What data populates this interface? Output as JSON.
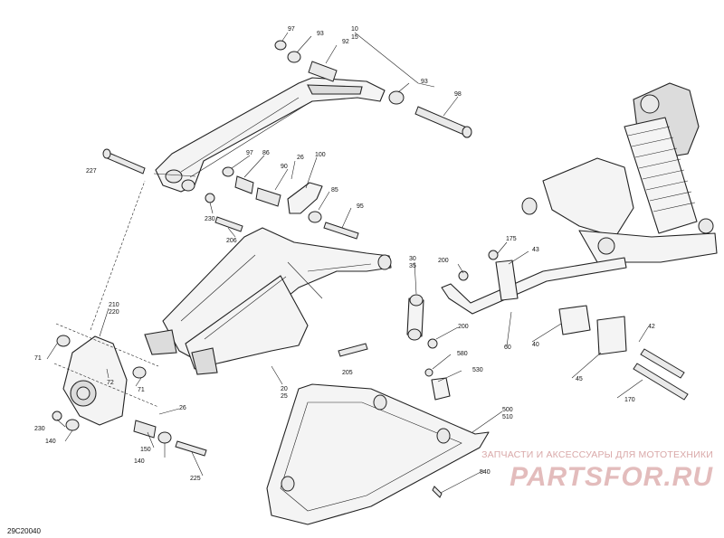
{
  "drawing_ref": "29C20040",
  "watermark": {
    "tagline": "ЗАПЧАСТИ И АКСЕССУАРЫ ДЛЯ МОТОТЕХНИКИ",
    "brand": "PARTSFOR.RU"
  },
  "callouts": [
    {
      "id": "c97a",
      "text": "97"
    },
    {
      "id": "c93a",
      "text": "93"
    },
    {
      "id": "c92",
      "text": "92"
    },
    {
      "id": "c10",
      "text": "10"
    },
    {
      "id": "c15",
      "text": "15"
    },
    {
      "id": "c93b",
      "text": "93"
    },
    {
      "id": "c98",
      "text": "98"
    },
    {
      "id": "c227",
      "text": "227"
    },
    {
      "id": "c97b",
      "text": "97"
    },
    {
      "id": "c86",
      "text": "86"
    },
    {
      "id": "c90",
      "text": "90"
    },
    {
      "id": "c26a",
      "text": "26"
    },
    {
      "id": "c100",
      "text": "100"
    },
    {
      "id": "c85",
      "text": "85"
    },
    {
      "id": "c95",
      "text": "95"
    },
    {
      "id": "c230a",
      "text": "230"
    },
    {
      "id": "c206",
      "text": "206"
    },
    {
      "id": "c175",
      "text": "175"
    },
    {
      "id": "c43",
      "text": "43"
    },
    {
      "id": "c30",
      "text": "30"
    },
    {
      "id": "c35",
      "text": "35"
    },
    {
      "id": "c200a",
      "text": "200"
    },
    {
      "id": "c210",
      "text": "210"
    },
    {
      "id": "c220",
      "text": "220"
    },
    {
      "id": "c71a",
      "text": "71"
    },
    {
      "id": "c71b",
      "text": "71"
    },
    {
      "id": "c72",
      "text": "72"
    },
    {
      "id": "c26b",
      "text": "26"
    },
    {
      "id": "c230b",
      "text": "230"
    },
    {
      "id": "c140a",
      "text": "140"
    },
    {
      "id": "c150",
      "text": "150"
    },
    {
      "id": "c140b",
      "text": "140"
    },
    {
      "id": "c225",
      "text": "225"
    },
    {
      "id": "c20",
      "text": "20"
    },
    {
      "id": "c25",
      "text": "25"
    },
    {
      "id": "c200b",
      "text": "200"
    },
    {
      "id": "c205",
      "text": "205"
    },
    {
      "id": "c580",
      "text": "580"
    },
    {
      "id": "c530",
      "text": "530"
    },
    {
      "id": "c60",
      "text": "60"
    },
    {
      "id": "c40",
      "text": "40"
    },
    {
      "id": "c42",
      "text": "42"
    },
    {
      "id": "c45",
      "text": "45"
    },
    {
      "id": "c170",
      "text": "170"
    },
    {
      "id": "c500",
      "text": "500"
    },
    {
      "id": "c510",
      "text": "510"
    },
    {
      "id": "c540",
      "text": "540"
    }
  ],
  "icons": {
    "parts": "suspension-parts-illustration"
  }
}
